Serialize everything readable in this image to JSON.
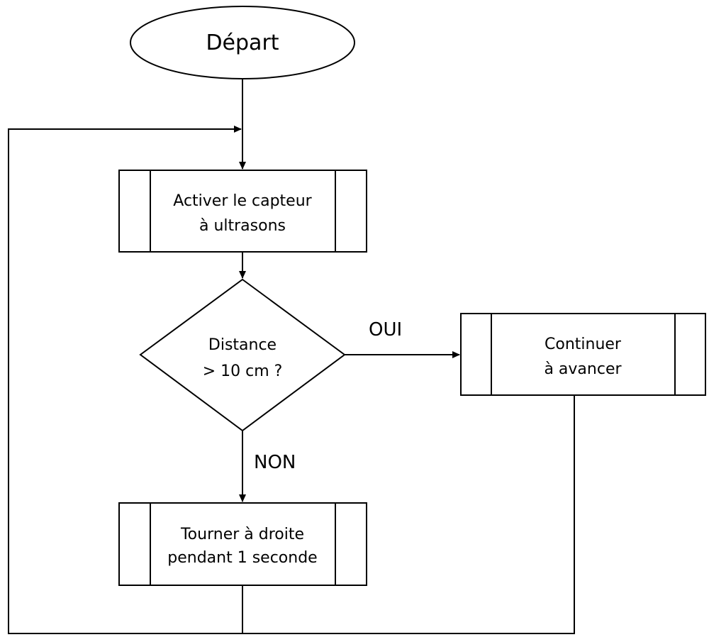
{
  "flowchart": {
    "start": {
      "label": "Départ"
    },
    "sensor": {
      "line1": "Activer le capteur",
      "line2": "à ultrasons"
    },
    "decision": {
      "line1": "Distance",
      "line2": "> 10 cm ?"
    },
    "forward": {
      "line1": "Continuer",
      "line2": "à avancer"
    },
    "turn": {
      "line1": "Tourner à droite",
      "line2": "pendant 1 seconde"
    },
    "yes_label": "OUI",
    "no_label": "NON"
  },
  "colors": {
    "stroke": "#000000",
    "fill": "#ffffff"
  }
}
